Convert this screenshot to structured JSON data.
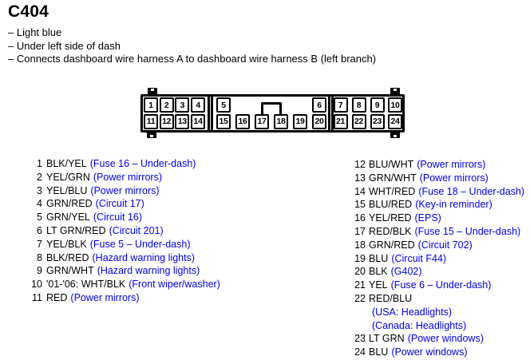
{
  "header": {
    "title": "C404",
    "notes": [
      "– Light blue",
      "– Under left side of dash",
      "– Connects dashboard wire harness A to dashboard wire harness B (left branch)"
    ]
  },
  "connector": {
    "row1_pins": [
      "1",
      "2",
      "3",
      "4",
      "5",
      "6",
      "7",
      "8",
      "9",
      "10"
    ],
    "row2_pins": [
      "11",
      "12",
      "13",
      "14",
      "15",
      "16",
      "17",
      "18",
      "19",
      "20",
      "21",
      "22",
      "23",
      "24"
    ]
  },
  "pins_left": [
    {
      "num": "1",
      "color": "BLK/YEL",
      "circuit": "(Fuse 16 – Under-dash)"
    },
    {
      "num": "2",
      "color": "YEL/GRN",
      "circuit": "(Power mirrors)"
    },
    {
      "num": "3",
      "color": "YEL/BLU",
      "circuit": "(Power mirrors)"
    },
    {
      "num": "4",
      "color": "GRN/RED",
      "circuit": "(Circuit 17)"
    },
    {
      "num": "5",
      "color": "GRN/YEL",
      "circuit": "(Circuit 16)"
    },
    {
      "num": "6",
      "color": "LT GRN/RED",
      "circuit": "(Circuit 201)"
    },
    {
      "num": "7",
      "color": "YEL/BLK",
      "circuit": "(Fuse 5 – Under-dash)"
    },
    {
      "num": "8",
      "color": "BLK/RED",
      "circuit": "(Hazard warning lights)"
    },
    {
      "num": "9",
      "color": "GRN/WHT",
      "circuit": "(Hazard warning lights)"
    },
    {
      "num": "10",
      "color": "'01-'06: WHT/BLK",
      "circuit": "(Front wiper/washer)"
    },
    {
      "num": "11",
      "color": "RED",
      "circuit": "(Power mirrors)"
    }
  ],
  "pins_right": [
    {
      "num": "12",
      "color": "BLU/WHT",
      "circuit": "(Power mirrors)"
    },
    {
      "num": "13",
      "color": "GRN/WHT",
      "circuit": "(Power mirrors)"
    },
    {
      "num": "14",
      "color": "WHT/RED",
      "circuit": "(Fuse 18 – Under-dash)"
    },
    {
      "num": "15",
      "color": "BLU/RED",
      "circuit": "(Key-in reminder)"
    },
    {
      "num": "16",
      "color": "YEL/RED",
      "circuit": "(EPS)"
    },
    {
      "num": "17",
      "color": "RED/BLK",
      "circuit": "(Fuse 15 – Under-dash)"
    },
    {
      "num": "18",
      "color": "GRN/RED",
      "circuit": "(Circuit 702)"
    },
    {
      "num": "19",
      "color": "BLU",
      "circuit": "(Circuit F44)"
    },
    {
      "num": "20",
      "color": "BLK",
      "circuit": "(G402)"
    },
    {
      "num": "21",
      "color": "YEL",
      "circuit": "(Fuse 6 – Under-dash)"
    },
    {
      "num": "22",
      "color": "RED/BLU",
      "circuit": ""
    },
    {
      "num": "",
      "color": "",
      "circuit": "(USA: Headlights)"
    },
    {
      "num": "",
      "color": "",
      "circuit": "(Canada: Headlights)"
    },
    {
      "num": "23",
      "color": "LT GRN",
      "circuit": "(Power windows)"
    },
    {
      "num": "24",
      "color": "BLU",
      "circuit": "(Power windows)"
    }
  ],
  "colors": {
    "link_blue": "#0000EE",
    "text": "#000000",
    "connector_outline": "#000000"
  }
}
